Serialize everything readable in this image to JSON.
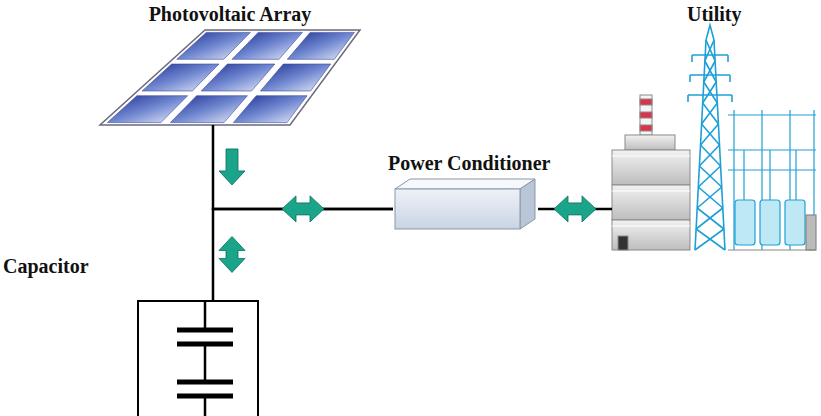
{
  "diagram": {
    "nodes": [
      {
        "text": [
          "Photovoltaic Array"
        ]
      },
      {
        "text": [
          "Power Conditioner"
        ]
      },
      {
        "text": [
          "Utility"
        ]
      },
      {
        "text": [
          "Capacitor"
        ]
      }
    ],
    "edges": [
      {
        "from": 0,
        "to": 1,
        "arrow": "to"
      },
      {
        "from": 3,
        "to": 1,
        "arrow": "both"
      },
      {
        "from": 1,
        "to": 2,
        "arrow": "both"
      }
    ]
  }
}
